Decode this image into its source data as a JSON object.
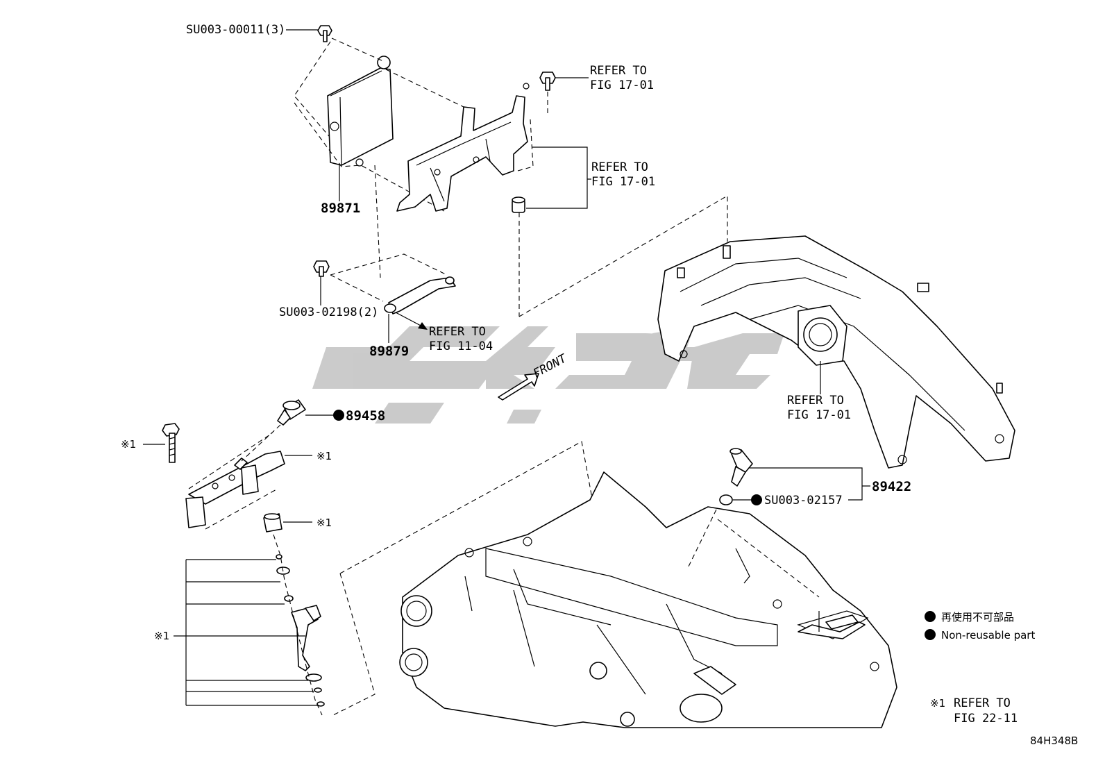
{
  "labels": {
    "su003_00011": "SU003-00011(3)",
    "refer_a_l1": "REFER TO",
    "refer_a_l2": "FIG 17-01",
    "refer_b_l1": "REFER TO",
    "refer_b_l2": "FIG 17-01",
    "pn_89871": "89871",
    "su003_02198": "SU003-02198(2)",
    "refer_c_l1": "REFER TO",
    "refer_c_l2": "FIG 11-04",
    "pn_89879": "89879",
    "front": "FRONT",
    "refer_d_l1": "REFER TO",
    "refer_d_l2": "FIG 17-01",
    "pn_89458": "89458",
    "note_x1_a": "※1",
    "note_x1_b": "※1",
    "note_x1_c": "※1",
    "note_x1_d": "※1",
    "pn_89422": "89422",
    "su003_02157": "SU003-02157"
  },
  "legend": {
    "jp": "再使用不可部品",
    "en": "Non-reusable part"
  },
  "footnote": {
    "mark": "※1",
    "l1": "REFER TO",
    "l2": "FIG 22-11"
  },
  "diagram_code": "84H348B",
  "watermark_color": "#c8c8c8",
  "icons": {
    "non_reusable_marker": "filled-circle",
    "front_arrow": "arrow-left-down"
  }
}
